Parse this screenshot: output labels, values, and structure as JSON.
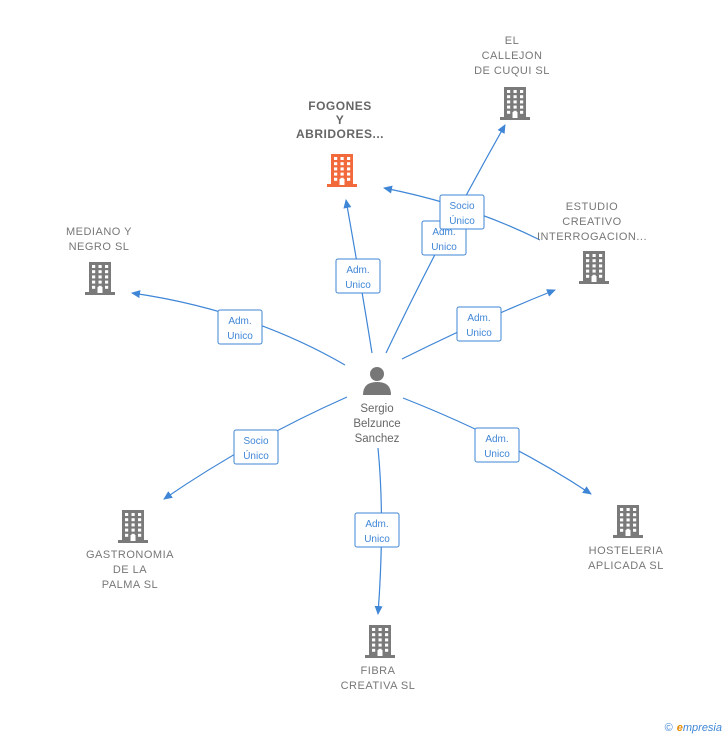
{
  "person": {
    "lines": [
      "Sergio",
      "Belzunce",
      "Sanchez"
    ]
  },
  "nodes": [
    {
      "id": "fogones",
      "lines": [
        "FOGONES",
        "Y",
        "ABRIDORES..."
      ],
      "highlight": true,
      "icon": "building-icon",
      "color": "#f26a3b"
    },
    {
      "id": "callejon",
      "lines": [
        "EL",
        "CALLEJON",
        "DE CUQUI  SL"
      ],
      "highlight": false,
      "icon": "building-icon",
      "color": "#7a7a7a"
    },
    {
      "id": "estudio",
      "lines": [
        "ESTUDIO",
        "CREATIVO",
        "INTERROGACION..."
      ],
      "highlight": false,
      "icon": "building-icon",
      "color": "#7a7a7a"
    },
    {
      "id": "mediano",
      "lines": [
        "MEDIANO Y",
        "NEGRO  SL"
      ],
      "highlight": false,
      "icon": "building-icon",
      "color": "#7a7a7a"
    },
    {
      "id": "gastronomia",
      "lines": [
        "GASTRONOMIA",
        "DE LA",
        "PALMA SL"
      ],
      "highlight": false,
      "icon": "building-icon",
      "color": "#7a7a7a"
    },
    {
      "id": "fibra",
      "lines": [
        "FIBRA",
        "CREATIVA  SL"
      ],
      "highlight": false,
      "icon": "building-icon",
      "color": "#7a7a7a"
    },
    {
      "id": "hosteleria",
      "lines": [
        "HOSTELERIA",
        "APLICADA  SL"
      ],
      "highlight": false,
      "icon": "building-icon",
      "color": "#7a7a7a"
    }
  ],
  "edges": [
    {
      "to": "fogones",
      "label": [
        "Adm.",
        "Unico"
      ]
    },
    {
      "to": "callejon",
      "label": [
        "Adm.",
        "Unico"
      ]
    },
    {
      "to": "fogones",
      "label": [
        "Socio",
        "Único"
      ]
    },
    {
      "to": "estudio",
      "label": [
        "Adm.",
        "Unico"
      ]
    },
    {
      "to": "mediano",
      "label": [
        "Adm.",
        "Unico"
      ]
    },
    {
      "to": "gastronomia",
      "label": [
        "Socio",
        "Único"
      ]
    },
    {
      "to": "fibra",
      "label": [
        "Adm.",
        "Unico"
      ]
    },
    {
      "to": "hosteleria",
      "label": [
        "Adm.",
        "Unico"
      ]
    }
  ],
  "footer": {
    "copyright": "©",
    "brand_first": "e",
    "brand_rest": "mpresia"
  },
  "colors": {
    "edge": "#3f86d6",
    "building": "#7a7a7a",
    "highlight": "#f26a3b",
    "person": "#777777"
  }
}
